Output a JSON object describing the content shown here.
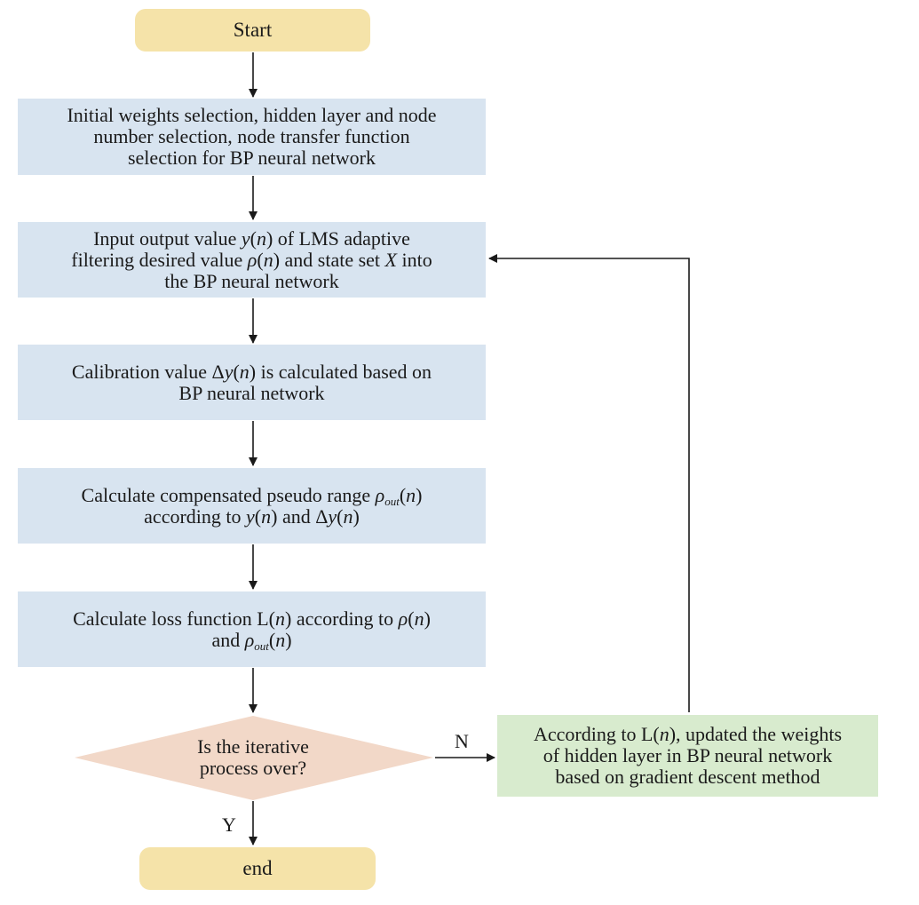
{
  "nodes": {
    "start": {
      "label": "Start"
    },
    "init": {
      "lines": [
        "Initial weights selection, hidden layer and node",
        "number selection, node transfer function",
        "selection for BP neural network"
      ]
    },
    "input": {
      "lines": [
        "Input output value y(n) of LMS adaptive",
        "filtering desired value ρ(n) and state set X into",
        "the BP neural network"
      ]
    },
    "calibration": {
      "lines": [
        "Calibration value Δy(n) is calculated based on",
        "BP neural network"
      ]
    },
    "compensate": {
      "lines": [
        "Calculate compensated pseudo range ρout(n)",
        "according to y(n) and Δy(n)"
      ]
    },
    "loss": {
      "lines": [
        "Calculate loss function L(n) according to ρ(n)",
        "and ρout(n)"
      ]
    },
    "decision": {
      "lines": [
        "Is the iterative",
        "process over?"
      ]
    },
    "update": {
      "lines": [
        "According to L(n), updated the weights",
        "of hidden layer in BP neural network",
        "based on gradient descent method"
      ]
    },
    "end": {
      "label": "end"
    }
  },
  "edges": {
    "no_label": "N",
    "yes_label": "Y"
  },
  "colors": {
    "terminal": "#f5e3a9",
    "process": "#d8e4f0",
    "decision": "#f2d8c8",
    "update": "#d8ebce",
    "line": "#1a1a1a"
  }
}
